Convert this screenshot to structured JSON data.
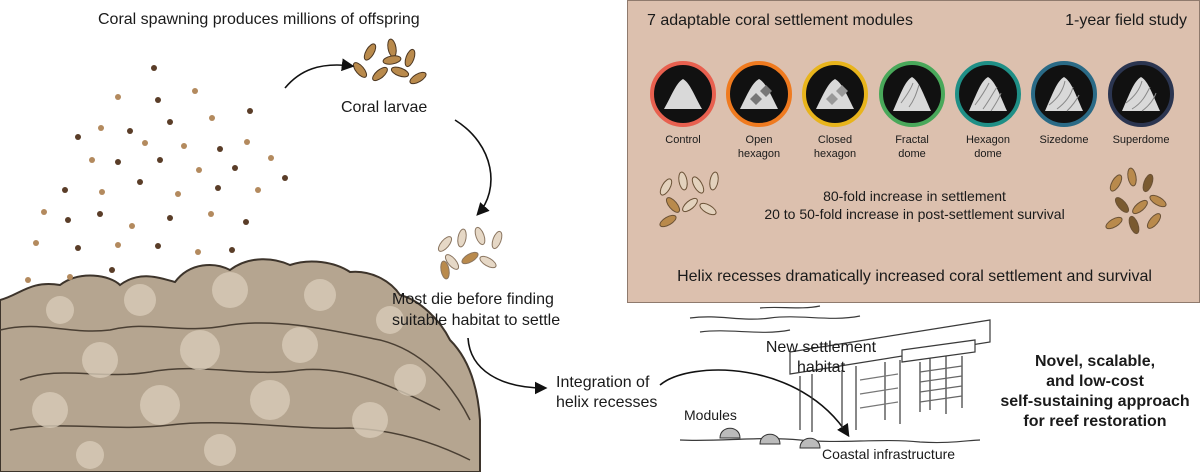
{
  "left": {
    "spawning_title": "Coral spawning produces millions of offspring",
    "larvae_label": "Coral larvae",
    "die_text_line1": "Most die before finding",
    "die_text_line2": "suitable habitat to settle",
    "integration_line1": "Integration of",
    "integration_line2": "helix recesses"
  },
  "panel": {
    "title_left": "7 adaptable coral settlement modules",
    "title_right": "1-year field study",
    "modules": [
      {
        "label1": "Control",
        "label2": "",
        "color": "#e8604f"
      },
      {
        "label1": "Open",
        "label2": "hexagon",
        "color": "#ef7a1f"
      },
      {
        "label1": "Closed",
        "label2": "hexagon",
        "color": "#e8b41c"
      },
      {
        "label1": "Fractal",
        "label2": "dome",
        "color": "#49a85a"
      },
      {
        "label1": "Hexagon",
        "label2": "dome",
        "color": "#1f8f86"
      },
      {
        "label1": "Sizedome",
        "label2": "",
        "color": "#2a6a86"
      },
      {
        "label1": "Superdome",
        "label2": "",
        "color": "#2b3550"
      }
    ],
    "stat_line1": "80-fold increase in settlement",
    "stat_line2": "20 to 50-fold increase in post-settlement survival",
    "conclusion": "Helix recesses dramatically increased coral settlement and survival"
  },
  "scene": {
    "habitat_line1": "New settlement",
    "habitat_line2": "habitat",
    "modules_label": "Modules",
    "infrastructure_label": "Coastal infrastructure"
  },
  "summary": {
    "line1": "Novel, scalable,",
    "line2": "and low-cost",
    "line3": "self-sustaining approach",
    "line4": "for reef restoration"
  },
  "colors": {
    "panel_bg": "#dcc0ae",
    "larva": "#b98a4c",
    "coral": "#b8a48c"
  }
}
